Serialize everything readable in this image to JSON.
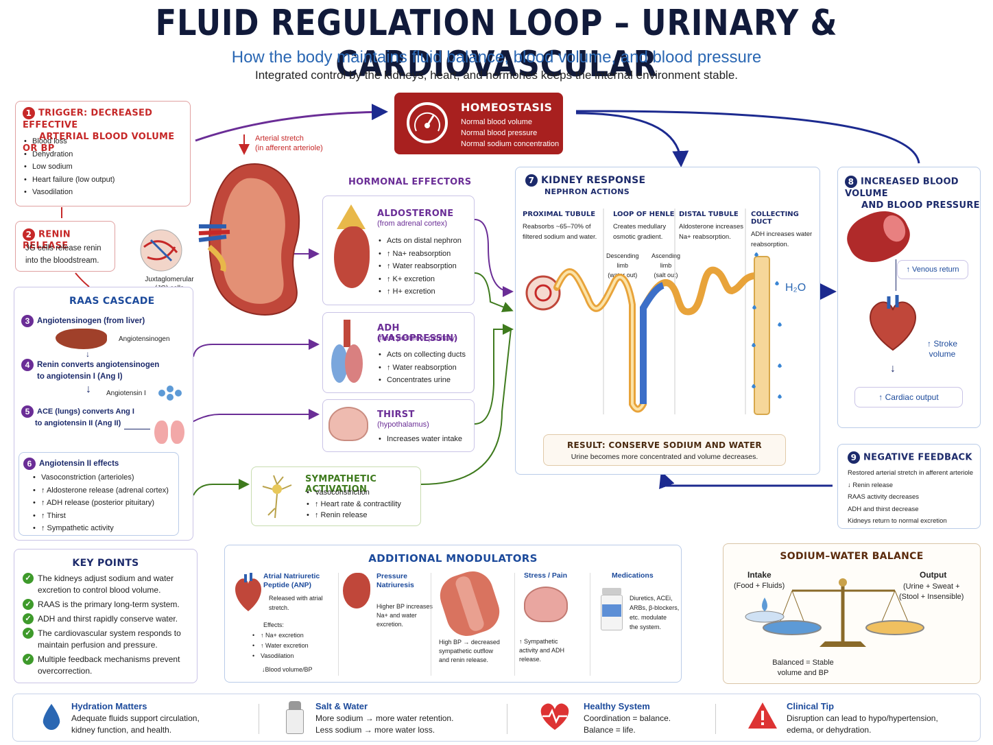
{
  "header": {
    "title": "FLUID REGULATION LOOP – URINARY & CARDIOVASCULAR",
    "subtitle": "How the body maintains fluid balance, blood volume, and blood pressure",
    "tagline": "Integrated control by the kidneys, heart, and hormones keeps the internal environment stable."
  },
  "homeostasis": {
    "title": "HOMEOSTASIS",
    "items": [
      "Normal blood volume",
      "Normal blood pressure",
      "Normal sodium concentration"
    ]
  },
  "trigger": {
    "num": "1",
    "title1": "TRIGGER: DECREASED EFFECTIVE",
    "title2": "ARTERIAL BLOOD VOLUME OR BP",
    "items": [
      "Blood loss",
      "Dehydration",
      "Low sodium",
      "Heart failure (low output)",
      "Vasodilation"
    ]
  },
  "arterial_stretch": {
    "line1": "Arterial stretch",
    "line2": "(in afferent arteriole)"
  },
  "renin": {
    "num": "2",
    "title": "RENIN RELEASE",
    "text1": "JG cells release renin",
    "text2": "into the bloodstream.",
    "jg1": "Juxtaglomerular",
    "jg2": "(JG) cells"
  },
  "raas": {
    "title": "RAAS CASCADE",
    "s3num": "3",
    "s3": "Angiotensinogen (from liver)",
    "s3label": "Angiotensinogen",
    "s4num": "4",
    "s4a": "Renin converts angiotensinogen",
    "s4b": "to angiotensin I (Ang I)",
    "s4label": "Angiotensin I",
    "s5num": "5",
    "s5a": "ACE (lungs) converts Ang I",
    "s5b": "to angiotensin II (Ang II)",
    "s6num": "6",
    "s6title": "Angiotensin II effects",
    "s6items": [
      "Vasoconstriction (arterioles)",
      "↑ Aldosterone release (adrenal cortex)",
      "↑ ADH release (posterior pituitary)",
      "↑ Thirst",
      "↑ Sympathetic activity"
    ]
  },
  "hormonal": {
    "title": "HORMONAL EFFECTORS",
    "aldo": {
      "title": "ALDOSTERONE",
      "src": "(from adrenal cortex)",
      "items": [
        "Acts on distal nephron",
        "↑ Na+ reabsorption",
        "↑ Water reabsorption",
        "↑ K+ excretion",
        "↑ H+ excretion"
      ]
    },
    "adh": {
      "title": "ADH (VASOPRESSIN)",
      "src": "(from posterior pituitary)",
      "items": [
        "Acts on collecting ducts",
        "↑ Water reabsorption",
        "Concentrates urine"
      ]
    },
    "thirst": {
      "title": "THIRST",
      "src": "(hypothalamus)",
      "items": [
        "Increases water intake"
      ]
    }
  },
  "sympathetic": {
    "title": "SYMPATHETIC ACTIVATION",
    "items": [
      "Vasoconstriction",
      "↑ Heart rate & contractility",
      "↑ Renin release"
    ]
  },
  "kidney": {
    "num": "7",
    "title": "KIDNEY RESPONSE",
    "subtitle": "NEPHRON ACTIONS",
    "pt": {
      "title": "PROXIMAL TUBULE",
      "text1": "Reabsorbs ~65–70% of",
      "text2": "filtered sodium and water."
    },
    "loh": {
      "title": "LOOP OF HENLE",
      "text1": "Creates medullary",
      "text2": "osmotic gradient.",
      "desc1": "Descending",
      "desc2": "limb",
      "desc3": "(water out)",
      "asc1": "Ascending",
      "asc2": "limb",
      "asc3": "(salt out)"
    },
    "dt": {
      "title": "DISTAL TUBULE",
      "text1": "Aldosterone increases",
      "text2": "Na+ reabsorption."
    },
    "cd": {
      "title": "COLLECTING DUCT",
      "text1": "ADH increases water",
      "text2": "reabsorption."
    },
    "h2o": "H₂O",
    "result_title": "RESULT: CONSERVE SODIUM AND WATER",
    "result_text": "Urine becomes more concentrated and volume decreases."
  },
  "increased": {
    "num": "8",
    "title1": "INCREASED BLOOD VOLUME",
    "title2": "AND BLOOD PRESSURE",
    "venous": "↑ Venous return",
    "stroke1": "↑ Stroke",
    "stroke2": "volume",
    "cardiac": "↑ Cardiac output"
  },
  "negative": {
    "num": "9",
    "title": "NEGATIVE FEEDBACK",
    "items": [
      "Restored arterial stretch in afferent arteriole",
      "↓ Renin release",
      "RAAS activity decreases",
      "ADH and thirst decrease",
      "Kidneys return to normal excretion"
    ]
  },
  "keypoints": {
    "title": "KEY POINTS",
    "items": [
      "The kidneys adjust sodium and water excretion to control blood volume.",
      "RAAS is the primary long-term system.",
      "ADH and thirst rapidly conserve water.",
      "The cardiovascular system responds to maintain perfusion and pressure.",
      "Multiple feedback mechanisms prevent overcorrection."
    ]
  },
  "modulators": {
    "title": "ADDITIONAL MNODULATORS",
    "anp": {
      "title1": "Atrial Natriuretic",
      "title2": "Peptide (ANP)",
      "text1": "Released with atrial",
      "text2": "stretch.",
      "effects": "Effects:",
      "items": [
        "↑ Na+ excretion",
        "↑ Water excretion",
        "Vasodilation"
      ],
      "result": "↓Blood volume/BP"
    },
    "pn": {
      "title1": "Pressure",
      "title2": "Natriuresis",
      "text1": "Higher BP increases",
      "text2": "Na+ and water",
      "text3": "excretion."
    },
    "hbp": {
      "text1": "High BP → decreased",
      "text2": "sympathetic outflow",
      "text3": "and renin release."
    },
    "stress": {
      "title": "Stress / Pain",
      "text1": "↑ Sympathetic",
      "text2": "activity and ADH",
      "text3": "release."
    },
    "meds": {
      "title": "Medications",
      "text1": "Diuretics, ACEi,",
      "text2": "ARBs, β-blockers,",
      "text3": "etc. modulate",
      "text4": "the system."
    }
  },
  "balance": {
    "title": "SODIUM–WATER BALANCE",
    "intake": "Intake",
    "intake_sub": "(Food + Fluids)",
    "output": "Output",
    "output_sub1": "(Urine + Sweat +",
    "output_sub2": "(Stool + Insensible)",
    "balanced1": "Balanced = Stable",
    "balanced2": "volume and BP"
  },
  "footer": [
    {
      "icon": "water-drop-icon",
      "title": "Hydration Matters",
      "text1": "Adequate fluids support circulation,",
      "text2": "kidney function, and health."
    },
    {
      "icon": "salt-shaker-icon",
      "title": "Salt & Water",
      "text1": "More sodium → more water retention.",
      "text2": "Less sodium → more water loss."
    },
    {
      "icon": "heart-pulse-icon",
      "title": "Healthy System",
      "text1": "Coordination = balance.",
      "text2": "Balance = life."
    },
    {
      "icon": "warning-icon",
      "title": "Clinical Tip",
      "text1": "Disruption can lead to hypo/hypertension,",
      "text2": "edema, or dehydration."
    }
  ],
  "colors": {
    "navy": "#1c2a6b",
    "red": "#c62828",
    "homeo": "#a8201f",
    "purple": "#6a2d96",
    "green": "#3e7a1d",
    "blue": "#2a67b3"
  }
}
